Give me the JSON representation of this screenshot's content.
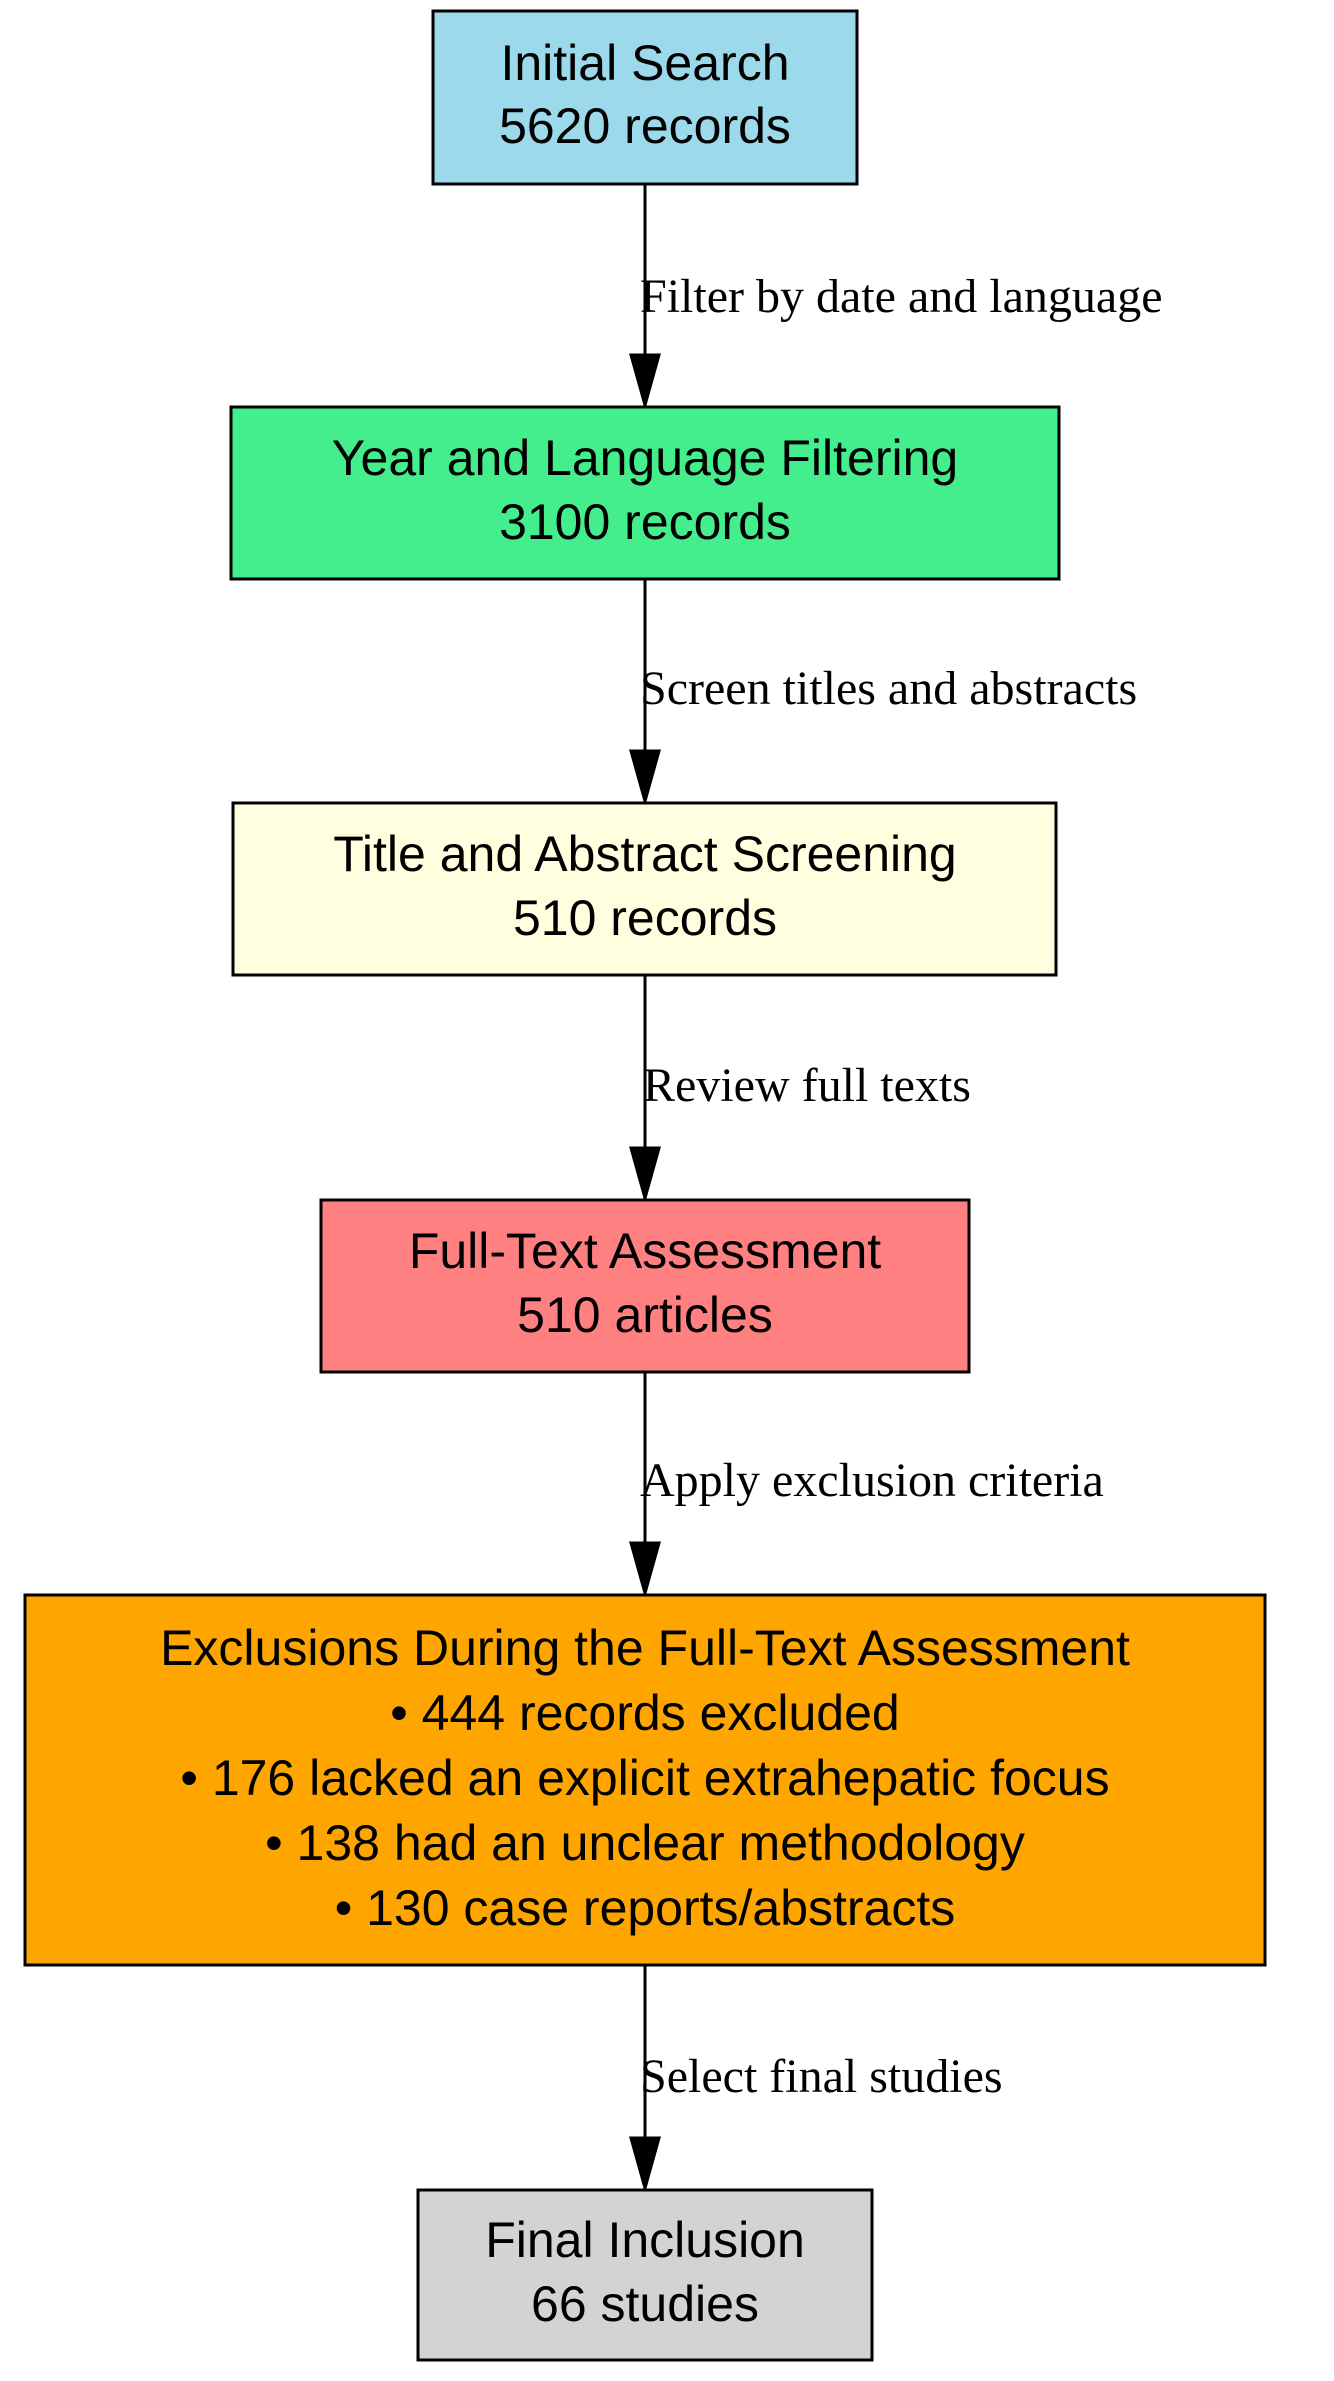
{
  "nodes": [
    {
      "id": "initial-search",
      "lines": [
        "Initial Search",
        "5620 records"
      ],
      "color": "#9cd9ea"
    },
    {
      "id": "year-language-filtering",
      "lines": [
        "Year and Language Filtering",
        "3100 records"
      ],
      "color": "#45ee8d"
    },
    {
      "id": "title-abstract-screening",
      "lines": [
        "Title and Abstract Screening",
        "510 records"
      ],
      "color": "#ffffe0"
    },
    {
      "id": "full-text-assessment",
      "lines": [
        "Full-Text Assessment",
        "510 articles"
      ],
      "color": "#ff8080"
    },
    {
      "id": "exclusions",
      "lines": [
        "Exclusions During the Full-Text Assessment",
        "• 444 records excluded",
        "• 176 lacked an explicit extrahepatic focus",
        "• 138 had an unclear methodology",
        "• 130 case reports/abstracts"
      ],
      "color": "#ffa500"
    },
    {
      "id": "final-inclusion",
      "lines": [
        "Final Inclusion",
        "66 studies"
      ],
      "color": "#d3d3d3"
    }
  ],
  "edges": [
    {
      "from": "initial-search",
      "to": "year-language-filtering",
      "label": "Filter by date and language"
    },
    {
      "from": "year-language-filtering",
      "to": "title-abstract-screening",
      "label": "Screen titles and abstracts"
    },
    {
      "from": "title-abstract-screening",
      "to": "full-text-assessment",
      "label": "Review full texts"
    },
    {
      "from": "full-text-assessment",
      "to": "exclusions",
      "label": "Apply exclusion criteria"
    },
    {
      "from": "exclusions",
      "to": "final-inclusion",
      "label": "Select final studies"
    }
  ]
}
